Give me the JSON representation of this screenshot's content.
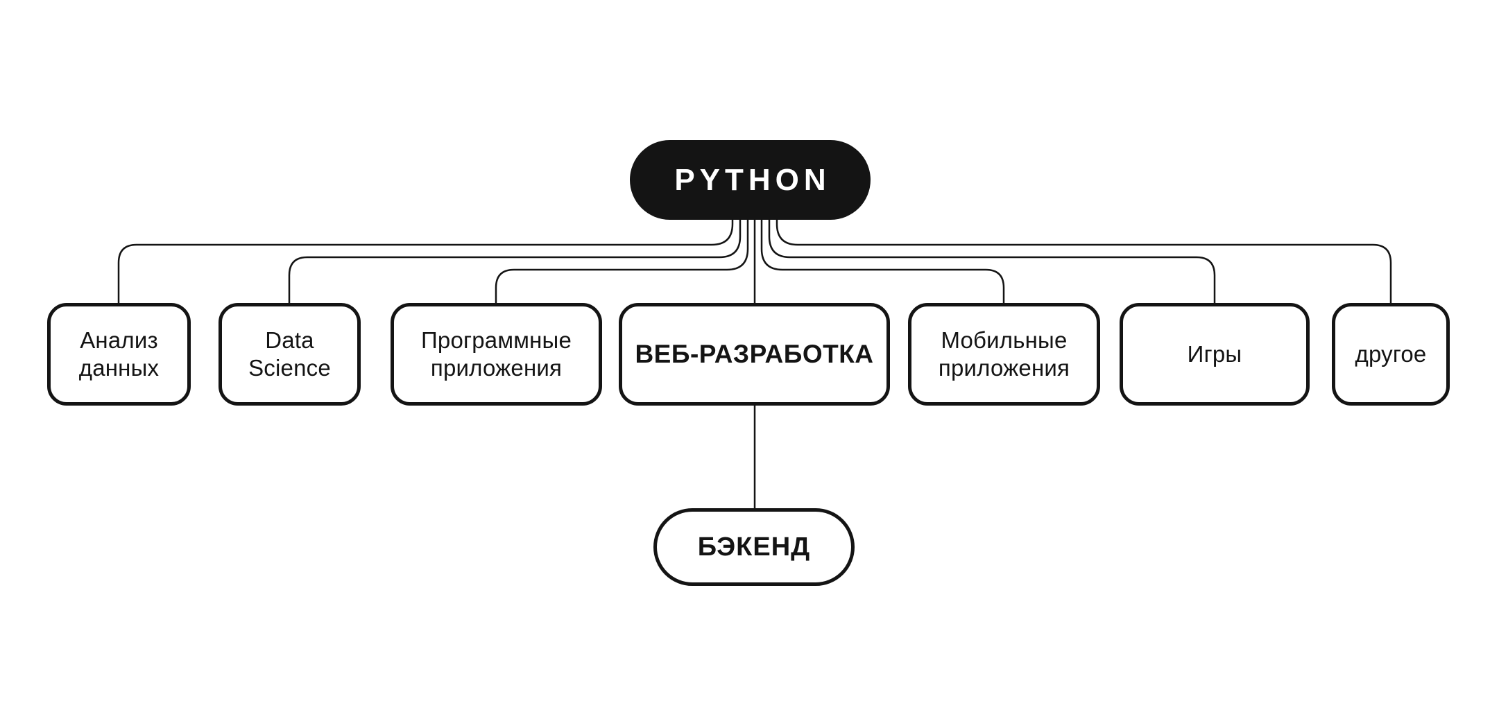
{
  "diagram": {
    "root": {
      "label": "PYTHON"
    },
    "children": [
      {
        "label": "Анализ\nданных"
      },
      {
        "label": "Data\nScience"
      },
      {
        "label": "Программные\nприложения"
      },
      {
        "label": "ВЕБ-РАЗРАБОТКА",
        "emphasis": "bold"
      },
      {
        "label": "Мобильные\nприложения"
      },
      {
        "label": "Игры"
      },
      {
        "label": "другое"
      }
    ],
    "web_child": {
      "label": "БЭКЕНД"
    }
  },
  "colors": {
    "background": "#ffffff",
    "root_fill": "#141414",
    "root_text": "#ffffff",
    "node_fill": "#ffffff",
    "node_border": "#141414",
    "line": "#141414",
    "text": "#141414"
  }
}
